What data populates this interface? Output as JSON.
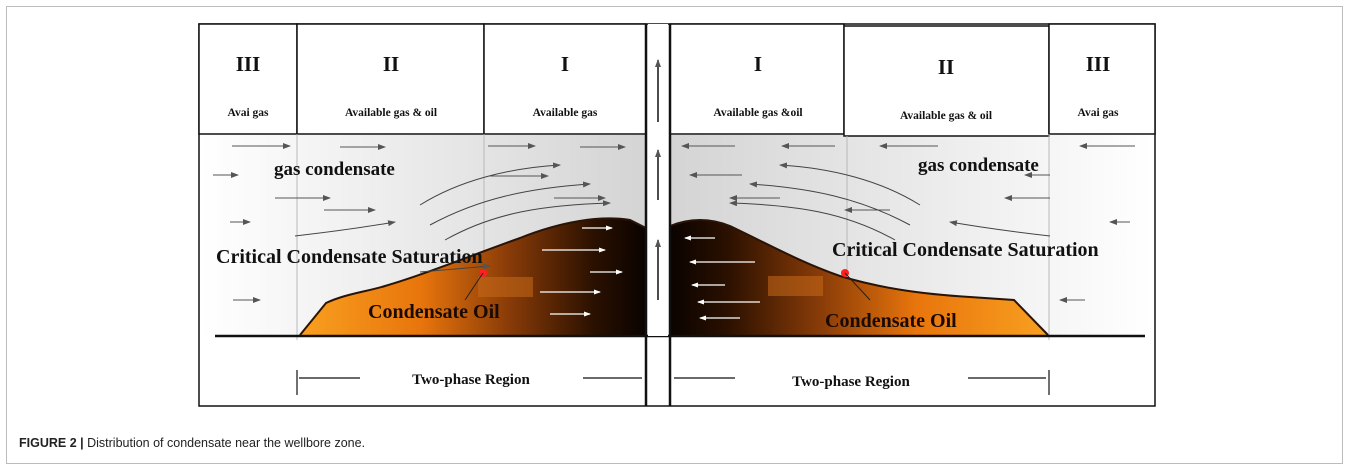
{
  "zones_left": [
    {
      "numeral": "III",
      "label": "Avai gas"
    },
    {
      "numeral": "II",
      "label": "Available gas & oil"
    },
    {
      "numeral": "I",
      "label": "Available gas"
    }
  ],
  "zones_right": [
    {
      "numeral": "I",
      "label": "Available gas &oil"
    },
    {
      "numeral": "II",
      "label": "Available gas & oil"
    },
    {
      "numeral": "III",
      "label": "Avai gas"
    }
  ],
  "labels": {
    "gas_left": "gas condensate",
    "gas_right": "gas condensate",
    "critical_left": "Critical Condensate Saturation",
    "critical_right": "Critical Condensate Saturation",
    "oil_left": "Condensate Oil",
    "oil_right": "Condensate Oil",
    "two_phase_left": "Two-phase Region",
    "two_phase_right": "Two-phase Region"
  },
  "caption": {
    "figure": "FIGURE 2 |",
    "text": " Distribution of condensate near the wellbore zone."
  },
  "colors": {
    "oil_orange": "#f7931e",
    "oil_dark": "#1a0a00",
    "critical_point": "#ff2020",
    "gas_fill": "#e4e4e4"
  }
}
